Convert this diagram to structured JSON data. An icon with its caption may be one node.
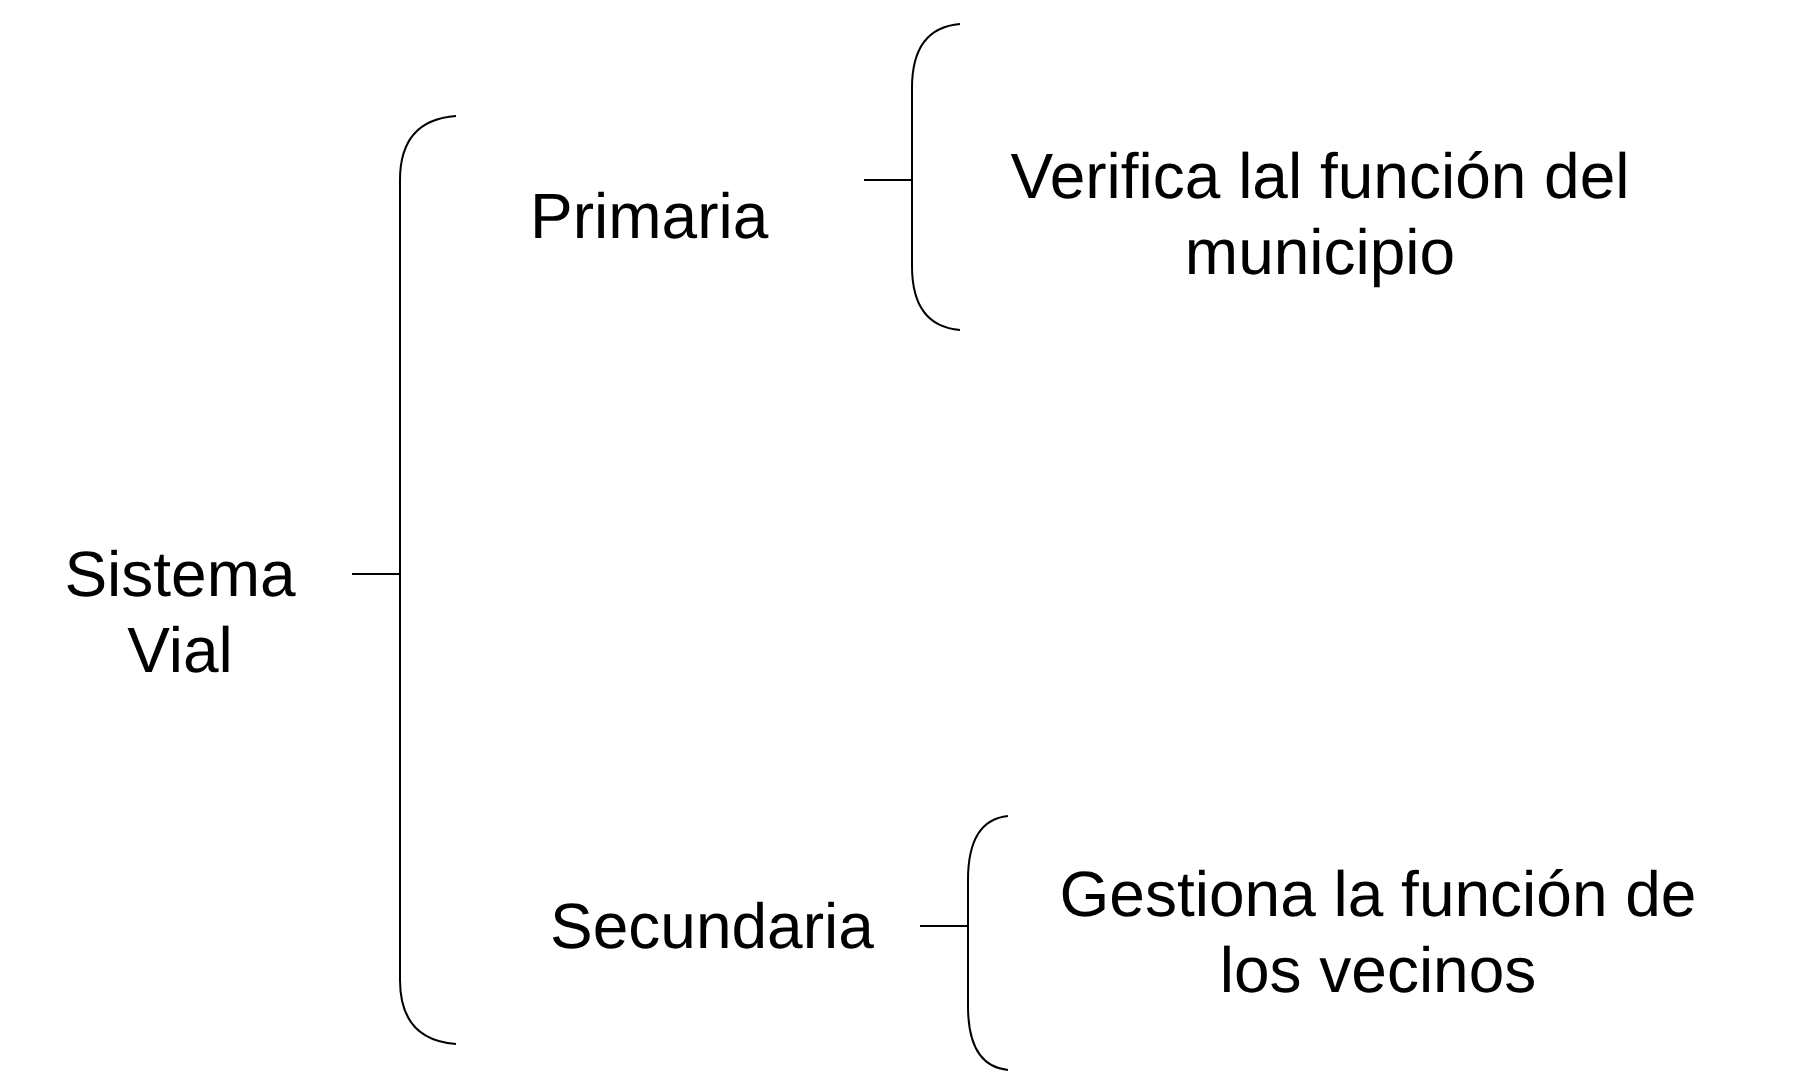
{
  "diagram": {
    "nodes": [
      {
        "text": [
          "Sistema Vial"
        ]
      },
      {
        "text": [
          "Primaria"
        ]
      },
      {
        "text": [
          "Verifica lal función del municipio"
        ]
      },
      {
        "text": [
          "Secundaria"
        ]
      },
      {
        "text": [
          "Gestiona la función de los vecinos"
        ]
      }
    ],
    "edges": [
      {
        "from": 0,
        "to": 1,
        "arrow": "none"
      },
      {
        "from": 0,
        "to": 3,
        "arrow": "none"
      },
      {
        "from": 1,
        "to": 2,
        "arrow": "none"
      },
      {
        "from": 3,
        "to": 4,
        "arrow": "none"
      }
    ]
  }
}
